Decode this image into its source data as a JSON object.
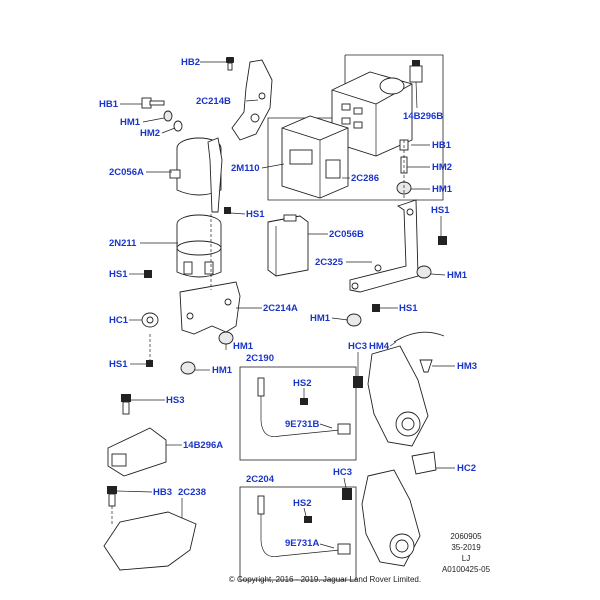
{
  "labels": {
    "HB2_top": "HB2",
    "C214B": "2C214B",
    "HB1_left": "HB1",
    "HM1_left": "HM1",
    "HM2_left": "HM2",
    "B296B": "14B296B",
    "HB1_right": "HB1",
    "M110": "2M110",
    "HM2_right": "HM2",
    "C056A": "2C056A",
    "C286": "2C286",
    "HM1_right1": "HM1",
    "HS1_mid": "HS1",
    "HS1_right1": "HS1",
    "N211": "2N211",
    "C056B": "2C056B",
    "C325": "2C325",
    "HS1_left1": "HS1",
    "HM1_right2": "HM1",
    "C214A": "2C214A",
    "HS1_right2": "HS1",
    "HC1": "HC1",
    "HM1_mid": "HM1",
    "HC3_top": "HC3",
    "HM4": "HM4",
    "HM1_lower": "HM1",
    "C190": "2C190",
    "HM3": "HM3",
    "HS1_left2": "HS1",
    "HM1_bottom": "HM1",
    "HS2_top": "HS2",
    "HS3": "HS3",
    "E731B": "9E731B",
    "B296A": "14B296A",
    "HC2": "HC2",
    "HC3_bottom": "HC3",
    "C204": "2C204",
    "HB3": "HB3",
    "C238": "2C238",
    "HS2_bottom": "HS2",
    "E731A": "9E731A"
  },
  "reference": {
    "line1": "2060905",
    "line2": "35-2019",
    "line3": "LJ",
    "line4": "A0100425-05"
  },
  "copyright": "© Copyright, 2016 - 2019. Jaguar Land Rover Limited.",
  "colors": {
    "label": "#1a35c9",
    "line": "#222222",
    "background": "#ffffff"
  }
}
